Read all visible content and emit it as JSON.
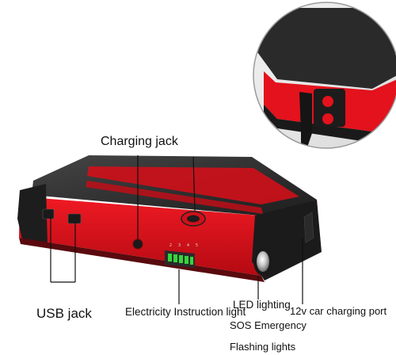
{
  "labels": {
    "charging_jack": "Charging jack",
    "usb_jack": "USB jack",
    "electricity_light": "Electricity Instruction light",
    "led_lighting": "LED lighting",
    "sos_emergency": "SOS Emergency",
    "flashing_lights": "Flashing lights",
    "car_charging_port": "12v car charging port"
  },
  "indicator_scale": "2 3 4 5",
  "colors": {
    "body_red": "#e0101c",
    "top_black": "#2b2b2b",
    "indicator_green": "#35d43b",
    "zoom_circle_border": "#9a9a9a"
  },
  "icons": [
    "power-button-icon",
    "led-flashlight-icon",
    "usb-port-icon",
    "charging-jack-icon",
    "zoom-magnifier-circle"
  ]
}
